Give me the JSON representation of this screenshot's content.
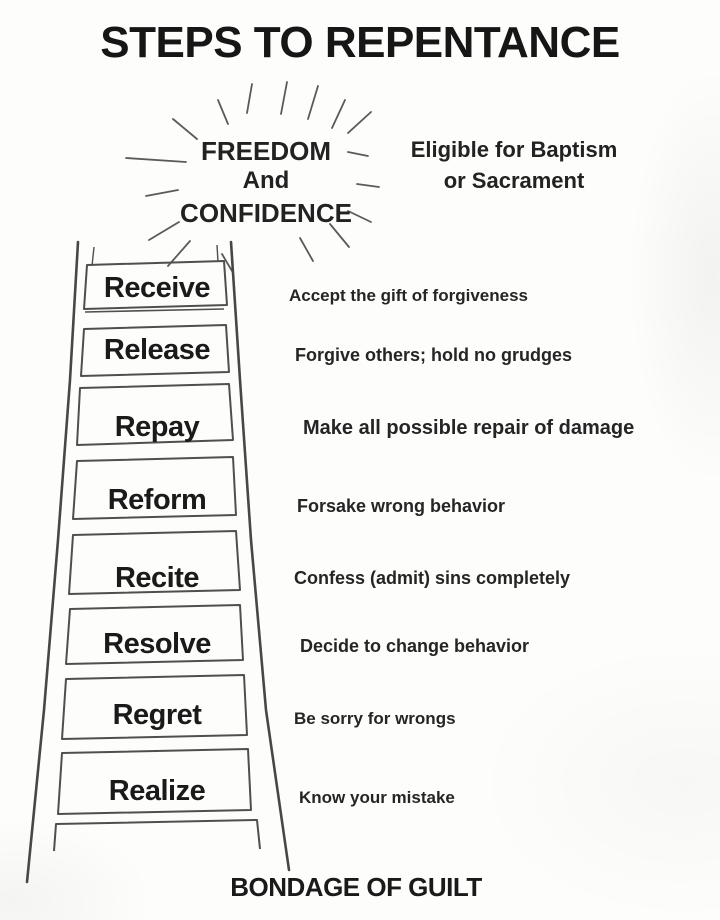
{
  "page": {
    "title": "STEPS TO REPENTANCE",
    "top_label": {
      "line1": "FREEDOM",
      "line2": "And",
      "line3": "CONFIDENCE"
    },
    "top_right_note": {
      "line1": "Eligible for Baptism",
      "line2": "or Sacrament"
    },
    "bottom_label": "BONDAGE OF GUILT",
    "colors": {
      "ink": "#1c1c1c",
      "sketch_line": "#4a4a4a",
      "ray_line": "#5a5a5a",
      "paper": "#fdfdfb"
    }
  },
  "ladder": {
    "rungs": [
      {
        "label": "Receive",
        "description": "Accept the gift of forgiveness"
      },
      {
        "label": "Release",
        "description": "Forgive others; hold no grudges"
      },
      {
        "label": "Repay",
        "description": "Make all possible repair of damage"
      },
      {
        "label": "Reform",
        "description": "Forsake wrong behavior"
      },
      {
        "label": "Recite",
        "description": "Confess (admit) sins completely"
      },
      {
        "label": "Resolve",
        "description": "Decide to change behavior"
      },
      {
        "label": "Regret",
        "description": "Be sorry for wrongs"
      },
      {
        "label": "Realize",
        "description": "Know your mistake"
      }
    ]
  }
}
